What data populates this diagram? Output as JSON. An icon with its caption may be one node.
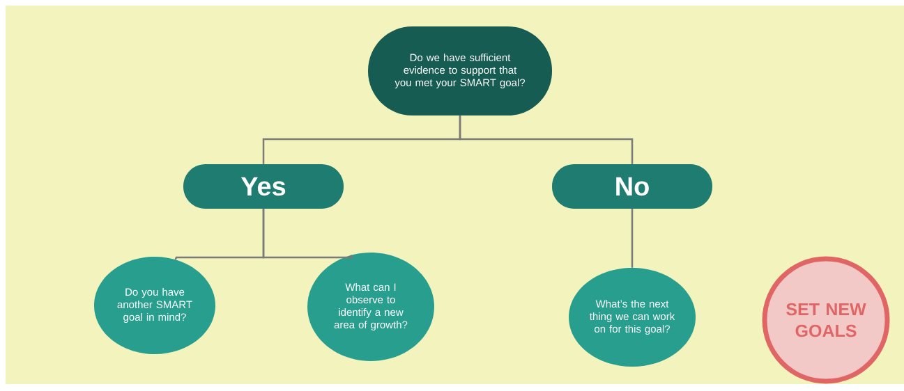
{
  "diagram": {
    "nodes": [
      {
        "text": [
          "Do we have sufficient evidence to support that you met your SMART goal?"
        ]
      },
      {
        "text": [
          "Yes"
        ]
      },
      {
        "text": [
          "No"
        ]
      },
      {
        "text": [
          "Do you have another SMART goal in mind?"
        ]
      },
      {
        "text": [
          "What can I observe to identify a new area of growth?"
        ]
      },
      {
        "text": [
          "What’s the next thing we can work on for this goal?"
        ]
      },
      {
        "text": [
          "SET NEW GOALS"
        ]
      }
    ],
    "edges": [
      {
        "from": 0,
        "to": 1,
        "arrow": "none"
      },
      {
        "from": 0,
        "to": 2,
        "arrow": "none"
      },
      {
        "from": 1,
        "to": 3,
        "arrow": "none"
      },
      {
        "from": 1,
        "to": 4,
        "arrow": "none"
      },
      {
        "from": 2,
        "to": 5,
        "arrow": "none"
      }
    ]
  }
}
